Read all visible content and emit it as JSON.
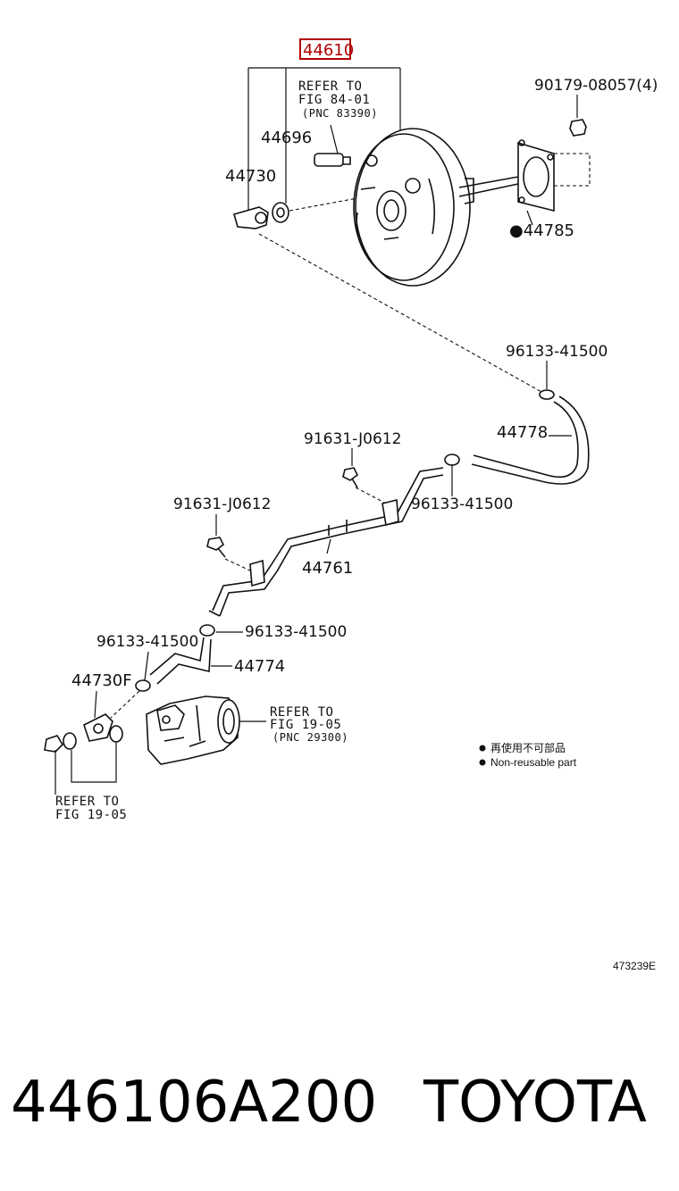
{
  "labels": {
    "main_part": "44610",
    "refer_84_line1": "REFER TO",
    "refer_84_line2": "FIG 84-01",
    "refer_84_line3": "(PNC 83390)",
    "p44696": "44696",
    "p44730": "44730",
    "p90179": "90179-08057(4)",
    "p44785": "●44785",
    "p96133_a": "96133-41500",
    "p44778": "44778",
    "p91631_a": "91631-J0612",
    "p96133_b": "96133-41500",
    "p91631_b": "91631-J0612",
    "p44761": "44761",
    "p96133_c": "96133-41500",
    "p96133_d": "96133-41500",
    "p44774": "44774",
    "p44730f": "44730F",
    "refer_19_line1": "REFER TO",
    "refer_19_line2": "FIG 19-05",
    "refer_19_line3": "(PNC 29300)",
    "refer_19b_line1": "REFER TO",
    "refer_19b_line2": "FIG 19-05",
    "legend_cn": "再使用不可部品",
    "legend_en": "Non-reusable part",
    "drawing_code": "473239E"
  },
  "footer": {
    "part_number": "446106A200",
    "brand": "TOYOTA"
  },
  "colors": {
    "highlight_box": "#b00000",
    "ink": "#111111"
  }
}
